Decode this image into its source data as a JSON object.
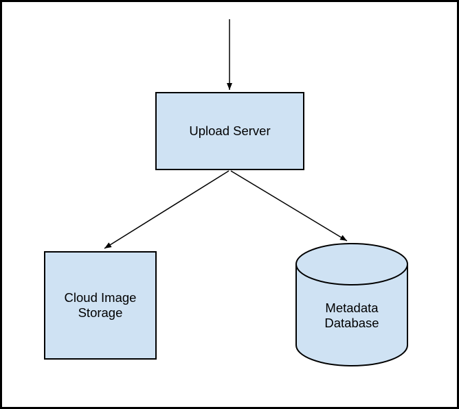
{
  "canvas": {
    "background_color": "#ffffff",
    "frame_color": "#000000"
  },
  "diagram": {
    "shape_fill": "#cfe2f3",
    "shape_stroke": "#000000",
    "connector_color": "#000000",
    "text_color": "#000000",
    "nodes": [
      {
        "id": "upload-server",
        "shape": "rectangle",
        "label": "Upload Server"
      },
      {
        "id": "cloud-image-storage",
        "shape": "rectangle",
        "label": "Cloud Image Storage"
      },
      {
        "id": "metadata-database",
        "shape": "cylinder",
        "label": "Metadata Database"
      }
    ],
    "edges": [
      {
        "from": "offscreen-top",
        "to": "upload-server",
        "style": "arrow"
      },
      {
        "from": "upload-server",
        "to": "cloud-image-storage",
        "style": "arrow"
      },
      {
        "from": "upload-server",
        "to": "metadata-database",
        "style": "arrow"
      }
    ]
  }
}
